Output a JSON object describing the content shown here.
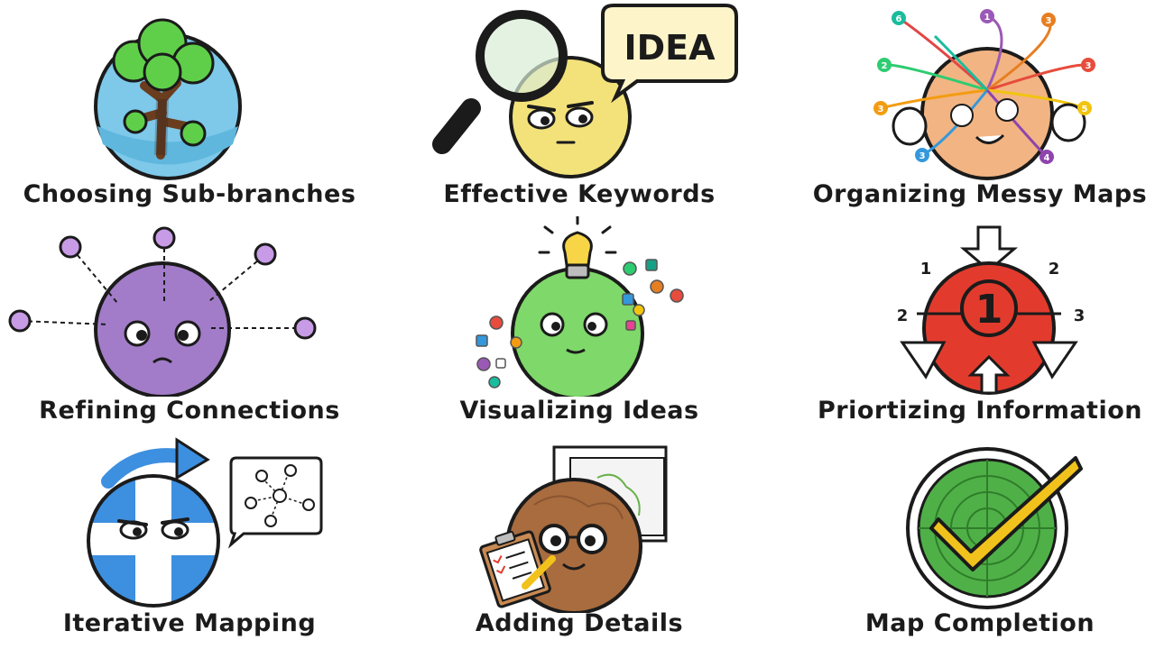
{
  "cards": [
    {
      "title": "Choosing Sub-branches",
      "icon": "tree-ball-icon"
    },
    {
      "title": "Effective Keywords",
      "icon": "magnifier-ball-icon",
      "bubble_text": "IDEA"
    },
    {
      "title": "Organizing Messy Maps",
      "icon": "tangled-lines-ball-icon",
      "badge_numbers": [
        "1",
        "2",
        "3",
        "4",
        "5",
        "6",
        "3",
        "3"
      ]
    },
    {
      "title": "Refining Connections",
      "icon": "purple-ball-nodes-icon"
    },
    {
      "title": "Visualizing Ideas",
      "icon": "lightbulb-ball-icon"
    },
    {
      "title": "Priortizing Information",
      "icon": "red-priority-ball-icon",
      "center_number": "1",
      "side_numbers": [
        "1",
        "2",
        "2",
        "3"
      ]
    },
    {
      "title": "Iterative Mapping",
      "icon": "blue-cross-ball-icon"
    },
    {
      "title": "Adding Details",
      "icon": "brown-ball-clipboard-icon"
    },
    {
      "title": "Map Completion",
      "icon": "radar-checkmark-icon"
    }
  ],
  "colors": {
    "tree_sky": "#7ec8ea",
    "tree_green": "#5fcf4a",
    "yellow_ball": "#f3e27a",
    "orange_ball": "#f2b482",
    "purple_ball": "#a27cc8",
    "green_ball": "#7fd86a",
    "red_ball": "#e23b2d",
    "blue_ball": "#3d8fe0",
    "brown_ball": "#a86c3f",
    "radar_green": "#4fb048",
    "check_yellow": "#f1c21b"
  }
}
